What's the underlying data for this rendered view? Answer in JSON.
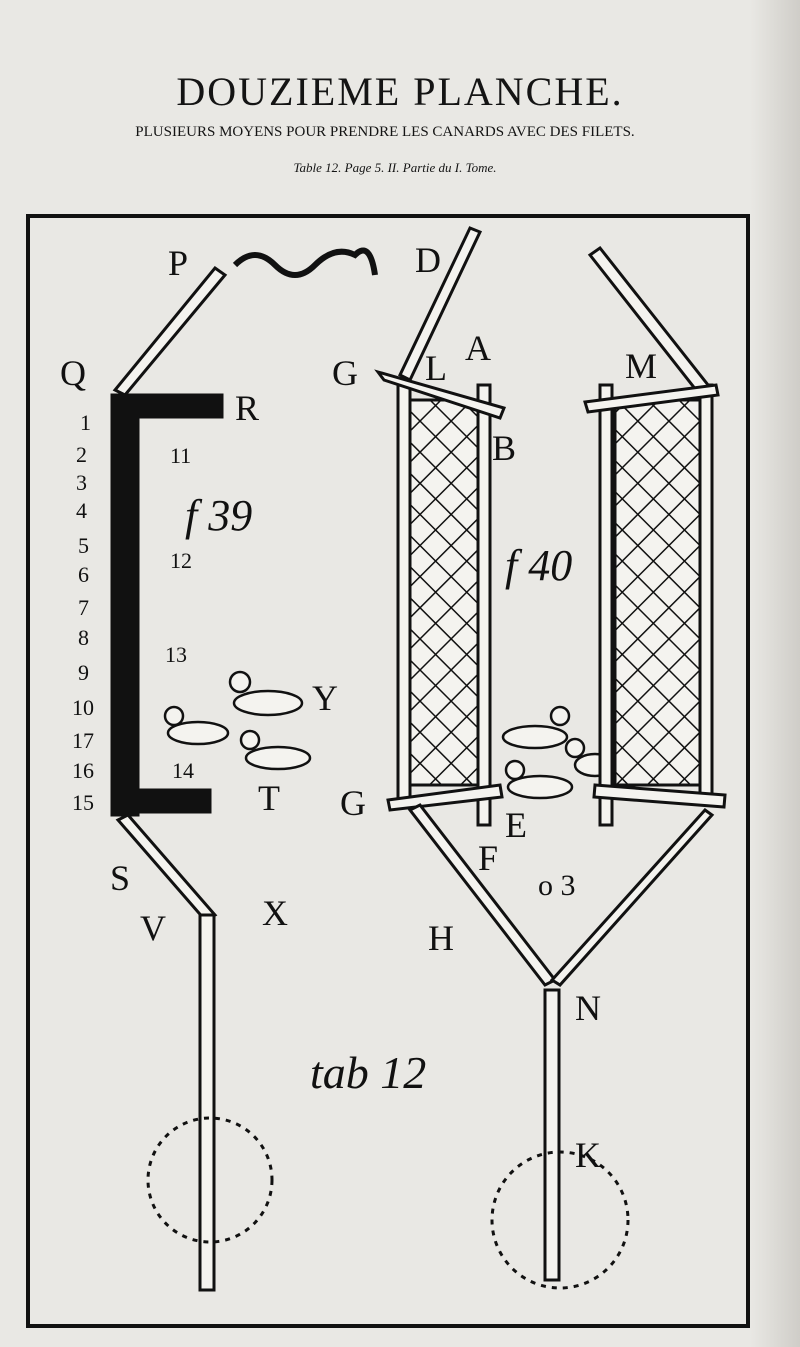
{
  "header": {
    "title": "DOUZIEME PLANCHE.",
    "subtitle": "PLUSIEURS MOYENS POUR PRENDRE LES CANARDS AVEC DES FILETS.",
    "reference": "Table 12. Page 5.  II. Partie du I. Tome."
  },
  "figure_39": {
    "caption": "f 39",
    "labels": {
      "P": "P",
      "Q": "Q",
      "R": "R",
      "S": "S",
      "V": "V",
      "X": "X",
      "Y": "Y",
      "T": "T"
    },
    "scale_numbers": [
      "1",
      "2",
      "3",
      "4",
      "5",
      "6",
      "7",
      "8",
      "9",
      "10",
      "17",
      "16",
      "15"
    ],
    "hook_numbers": [
      "11",
      "12",
      "13",
      "14"
    ]
  },
  "figure_40": {
    "caption": "f 40",
    "labels": {
      "D": "D",
      "A": "A",
      "G1": "G",
      "L": "L",
      "M": "M",
      "B": "B",
      "G2": "G",
      "E": "E",
      "F": "F",
      "H": "H",
      "O3": "o 3",
      "N": "N",
      "K": "K"
    }
  },
  "plate_label": "tab 12"
}
